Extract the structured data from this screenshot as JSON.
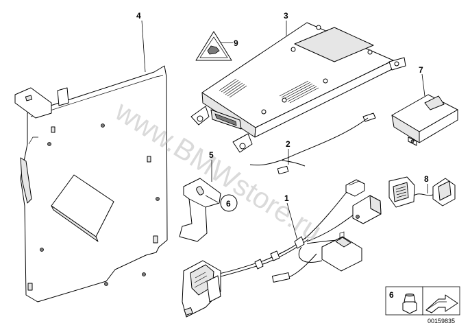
{
  "callouts": {
    "c1": "1",
    "c2": "2",
    "c3": "3",
    "c4": "4",
    "c5": "5",
    "c6": "6",
    "c7": "7",
    "c8": "8",
    "c9": "9"
  },
  "watermark": "www.BMWstore.ru",
  "legend_box": {
    "callout": "6"
  },
  "diagram_number": "00159835",
  "colors": {
    "line": "#000000",
    "shade": "#e6e6e6",
    "watermark": "#bdbdbd"
  }
}
